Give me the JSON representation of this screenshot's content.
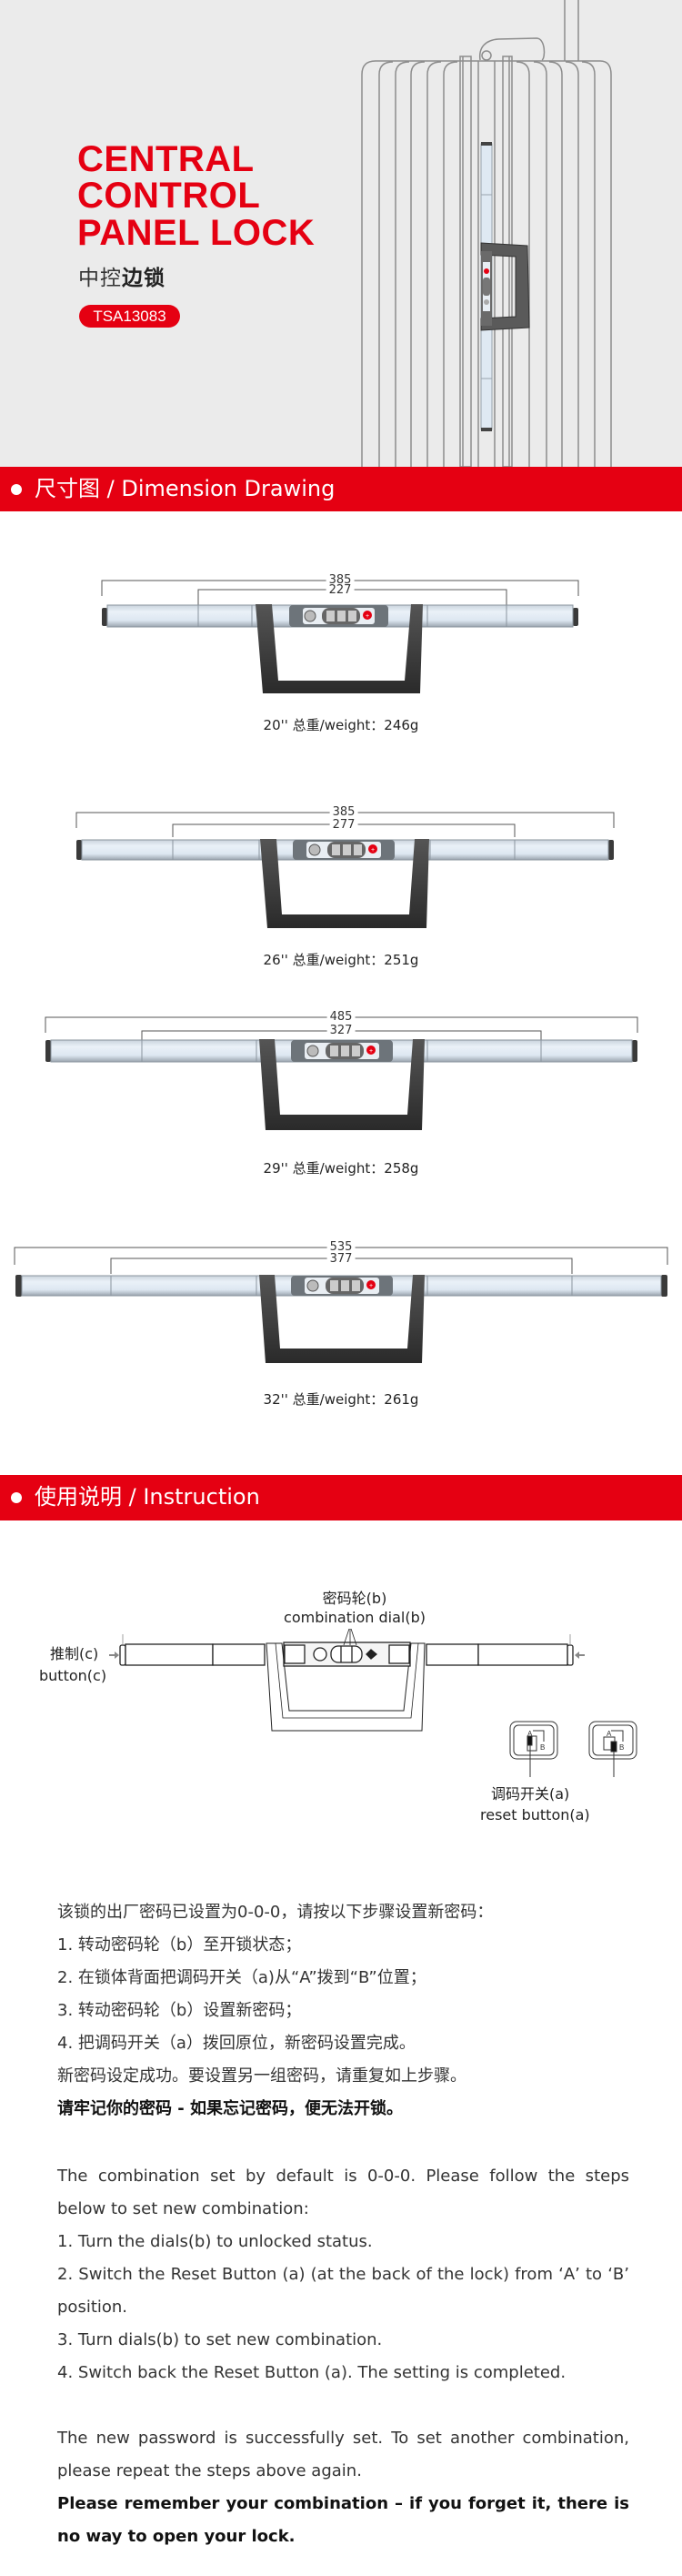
{
  "hero": {
    "title_lines": [
      "CENTRAL",
      "CONTROL",
      "PANEL LOCK"
    ],
    "subtitle_cn_light": "中控",
    "subtitle_cn_bold": "边锁",
    "model_badge": "TSA13083",
    "colors": {
      "accent": "#e50012",
      "background": "#ebebeb"
    }
  },
  "sections": {
    "dimension": {
      "bullet_icon": "white-dot",
      "label": "尺寸图 / Dimension Drawing"
    },
    "instruction": {
      "bullet_icon": "white-dot",
      "label": "使用说明 / Instruction"
    }
  },
  "locks": [
    {
      "size": "20''",
      "outer_mm": "385",
      "inner_mm": "227",
      "weight_label": "20''    总重/weight：246g"
    },
    {
      "size": "26''",
      "outer_mm": "385",
      "inner_mm": "277",
      "weight_label": "26''    总重/weight：251g"
    },
    {
      "size": "29''",
      "outer_mm": "485",
      "inner_mm": "327",
      "weight_label": "29''    总重/weight：258g"
    },
    {
      "size": "32''",
      "outer_mm": "535",
      "inner_mm": "377",
      "weight_label": "32''    总重/weight：261g"
    }
  ],
  "instruction_diagram": {
    "dial_label_cn": "密码轮(b)",
    "dial_label_en": "combination dial(b)",
    "button_label_cn": "推制(c)",
    "button_label_en": "button(c)",
    "reset_label_cn": "调码开关(a)",
    "reset_label_en": "reset button(a)",
    "switch_positions": [
      "A",
      "B"
    ]
  },
  "instructions_cn": {
    "intro": "该锁的出厂密码已设置为0-0-0，请按以下步骤设置新密码：",
    "steps": [
      "1.   转动密码轮（b）至开锁状态；",
      "2.   在锁体背面把调码开关（a)从“A”拨到“B”位置；",
      "3.    转动密码轮（b）设置新密码；",
      "4.   把调码开关（a）拨回原位，新密码设置完成。"
    ],
    "outro": "新密码设定成功。要设置另一组密码，请重复如上步骤。",
    "warning": "请牢记你的密码 - 如果忘记密码，便无法开锁。"
  },
  "instructions_en": {
    "intro": "The combination set by default is 0-0-0. Please follow the steps below to set new combination:",
    "steps": [
      "1. Turn the dials(b) to unlocked status.",
      "2. Switch the Reset Button (a) (at the back of the lock) from ‘A’ to ‘B’ position.",
      "3. Turn dials(b) to set new combination.",
      "4. Switch back the Reset Button (a). The setting is completed."
    ],
    "outro": "The new password is successfully set. To set another combination, please repeat the steps above again.",
    "warning": "Please remember your combination – if you forget it, there is no way to open your lock."
  }
}
